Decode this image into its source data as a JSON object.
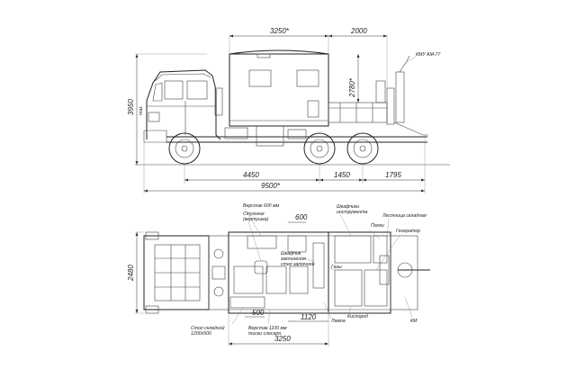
{
  "side_view": {
    "dims": {
      "body_length": "3250*",
      "rear_overhang_top": "2000",
      "height_total": "3950",
      "height_label": "max",
      "body_height": "2780*",
      "wheelbase_front": "4450",
      "bogie_spacing": "1450",
      "rear_overhang": "1795",
      "overall_length": "9500*"
    },
    "labels": {
      "crane": "КМУ АМ-77"
    }
  },
  "top_view": {
    "dims": {
      "width": "2480",
      "door_width": "600",
      "aisle": "500",
      "rear_section": "1120",
      "body_length": "3250"
    },
    "labels": {
      "workbench_600": "Верстак 600 мм",
      "chair_swivel_1": "Стульчик",
      "chair_swivel_2": "(вертушка)",
      "tool_cabinets_1": "Шкафчики",
      "tool_cabinets_2": "инструмента",
      "folding_stairs": "Лестница складная",
      "shelves": "Полки",
      "generator": "Генератор",
      "partition_1": "Шкафчик",
      "partition_2": "заклинения",
      "partition_3": "стол заточной",
      "table_folding_1": "Стол складной",
      "table_folding_2": "1200х500",
      "workbench_1100_1": "Верстак 1100 мм",
      "workbench_1100_2": "тиски слесаря",
      "gas_cylinders": "Газы",
      "lamp": "Лампа",
      "oxygen": "Кислород",
      "crane_short": "КМ"
    }
  },
  "colors": {
    "line": "#222222",
    "dimension": "#333333",
    "background": "#ffffff"
  }
}
